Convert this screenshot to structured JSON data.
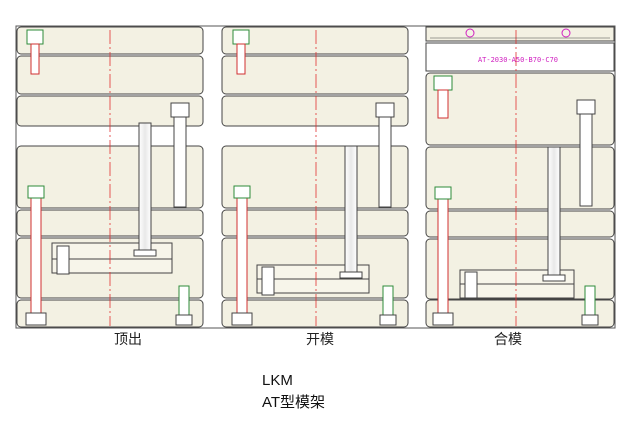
{
  "captions": {
    "left": "顶出",
    "middle": "开模",
    "right": "合模"
  },
  "model_label": "AT-2030-A50-B70-C70",
  "brand": {
    "name": "LKM",
    "subtitle": "AT型模架"
  },
  "colors": {
    "plate_fill": "#f3f1e3",
    "outline": "#444444",
    "center_line": "#e03030",
    "bolt_head": "#2e8b3a",
    "label": "#d020c0"
  }
}
